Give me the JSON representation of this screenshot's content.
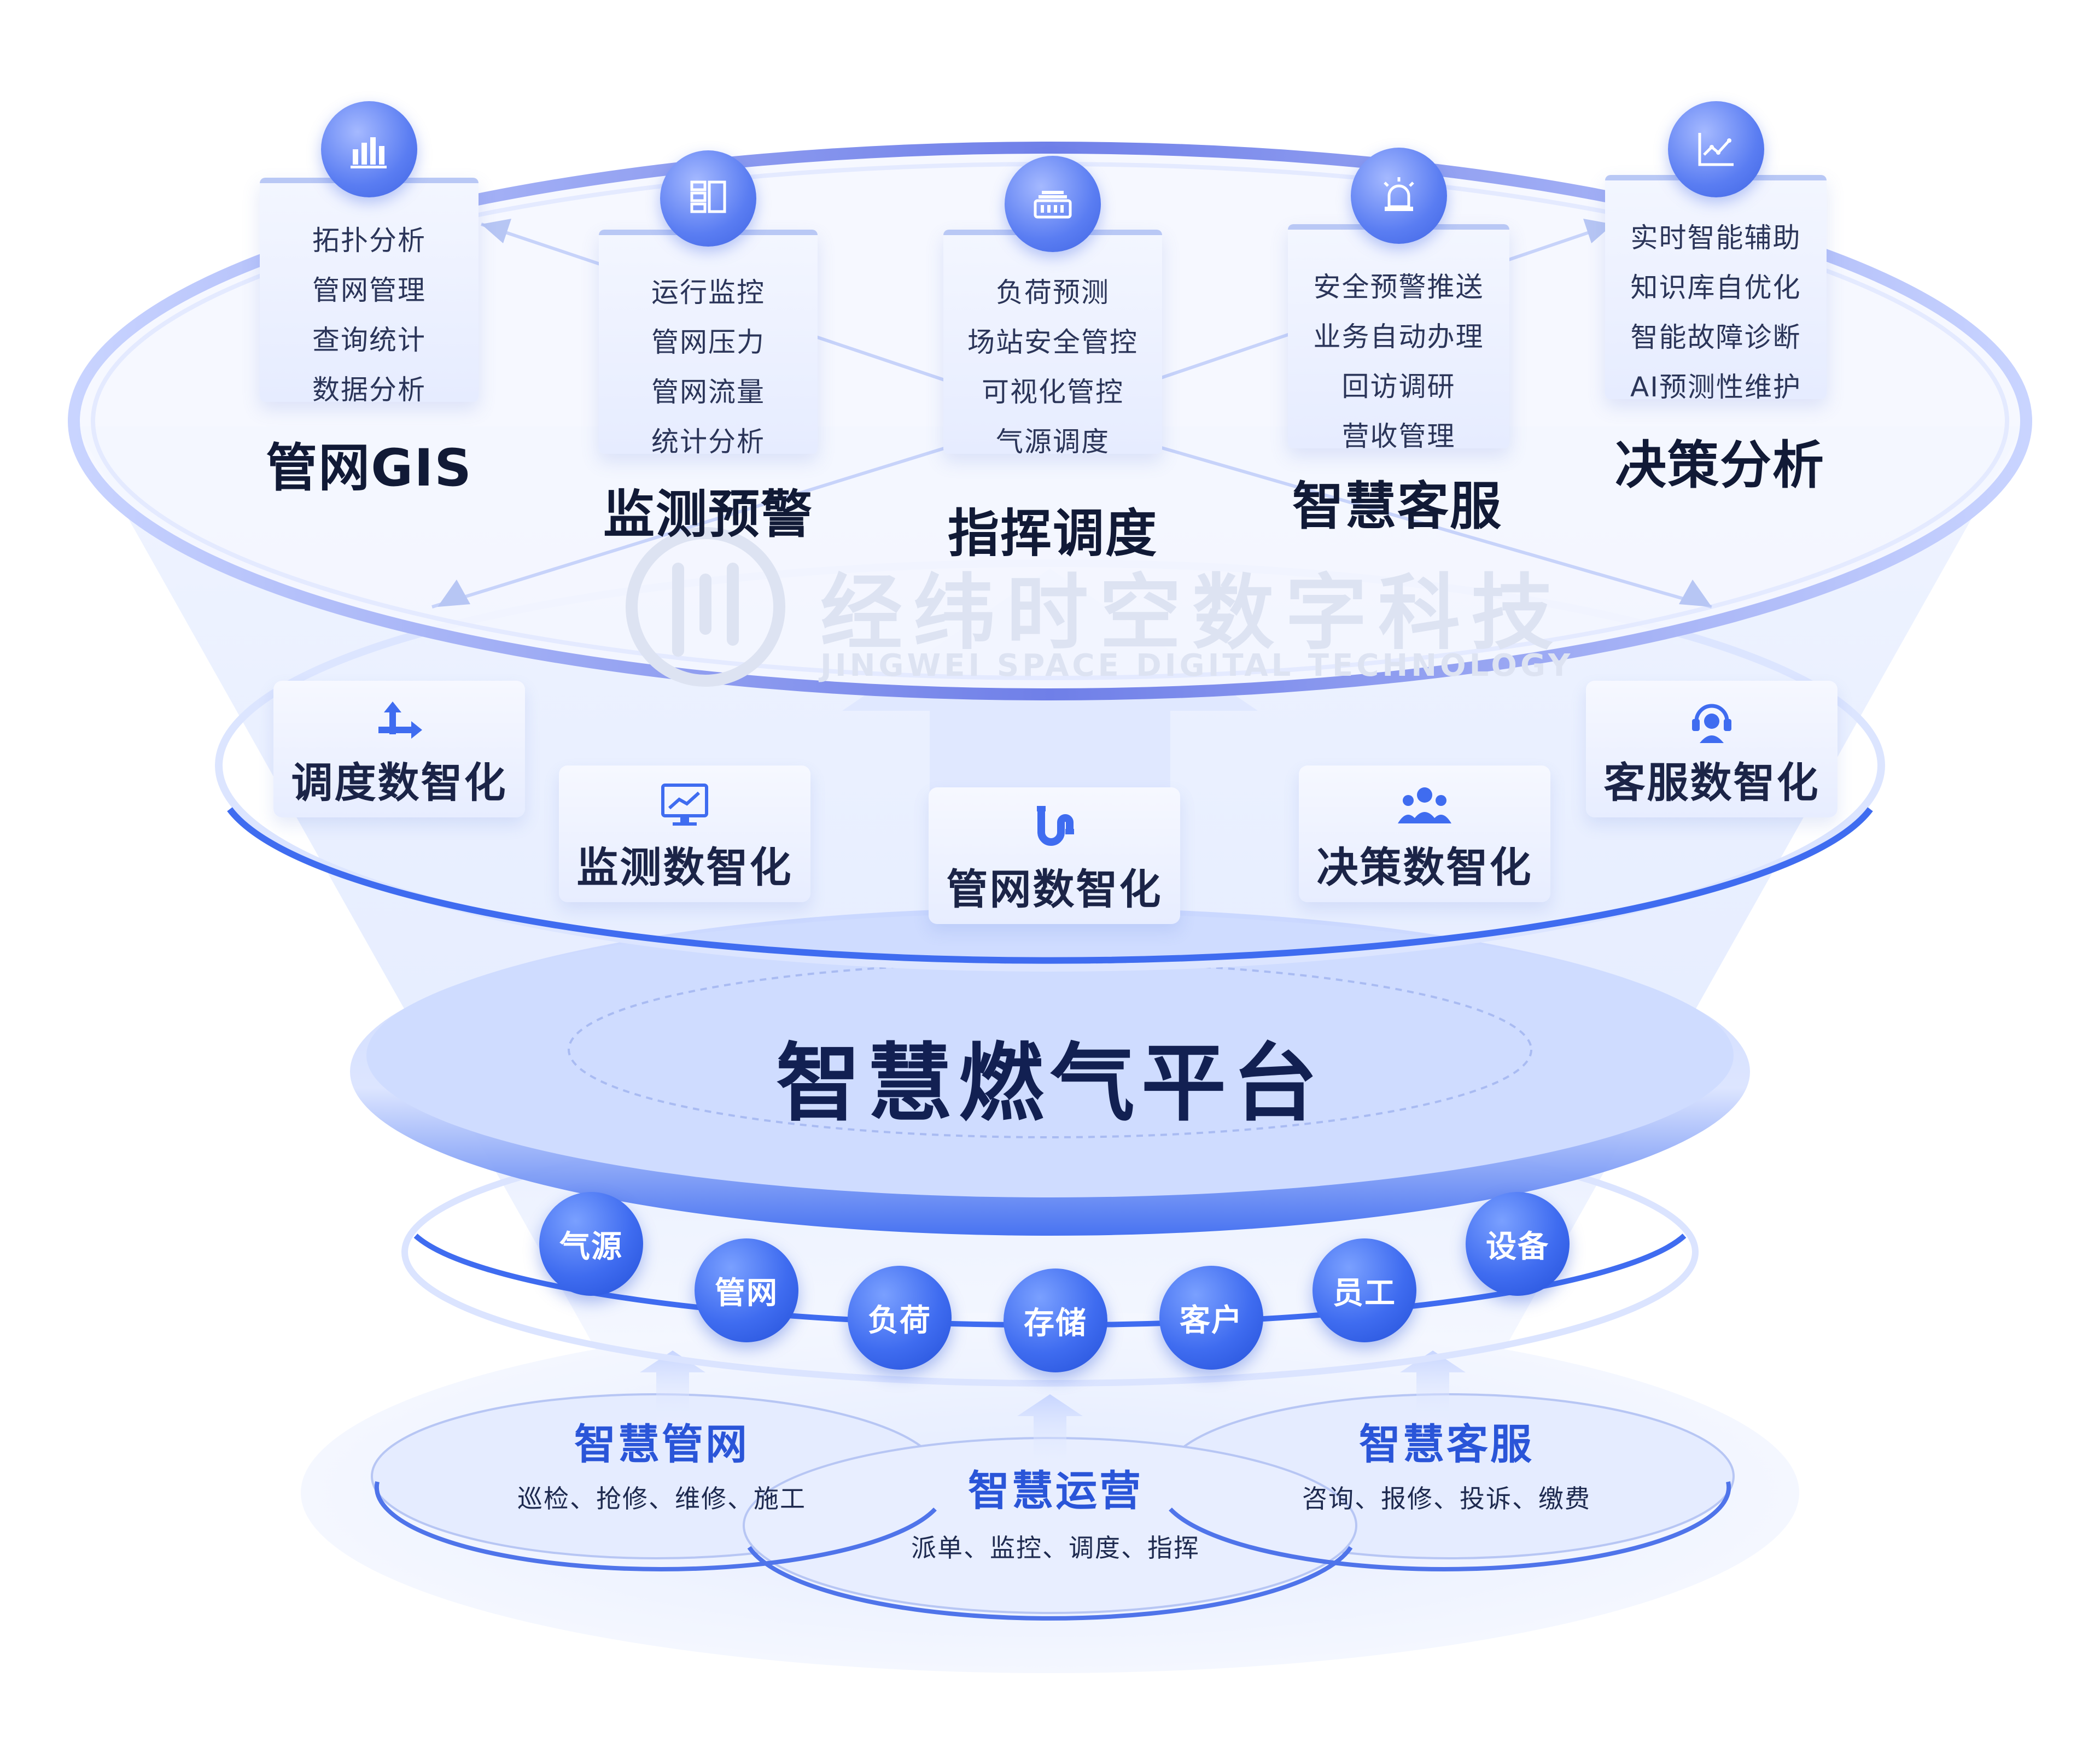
{
  "modules": [
    {
      "title": "管网GIS",
      "items": [
        "拓扑分析",
        "管网管理",
        "查询统计",
        "数据分析"
      ],
      "icon": "bar-chart-icon"
    },
    {
      "title": "监测预警",
      "items": [
        "运行监控",
        "管网压力",
        "管网流量",
        "统计分析"
      ],
      "icon": "grid-server-icon"
    },
    {
      "title": "指挥调度",
      "items": [
        "负荷预测",
        "场站安全管控",
        "可视化管控",
        "气源调度"
      ],
      "icon": "control-console-icon"
    },
    {
      "title": "智慧客服",
      "items": [
        "安全预警推送",
        "业务自动办理",
        "回访调研",
        "营收管理"
      ],
      "icon": "alarm-light-icon"
    },
    {
      "title": "决策分析",
      "items": [
        "实时智能辅助",
        "知识库自优化",
        "智能故障诊断",
        "AI预测性维护"
      ],
      "icon": "line-graph-icon"
    }
  ],
  "digital": [
    {
      "label": "调度数智化",
      "icon": "dispatch-arrows-icon"
    },
    {
      "label": "监测数智化",
      "icon": "monitor-chart-icon"
    },
    {
      "label": "管网数智化",
      "icon": "pipe-icon"
    },
    {
      "label": "决策数智化",
      "icon": "team-icon"
    },
    {
      "label": "客服数智化",
      "icon": "headset-icon"
    }
  ],
  "platform": {
    "title": "智慧燃气平台"
  },
  "resources": [
    "气源",
    "管网",
    "负荷",
    "存储",
    "客户",
    "员工",
    "设备"
  ],
  "foundation": [
    {
      "title": "智慧管网",
      "sub": "巡检、抢修、维修、施工"
    },
    {
      "title": "智慧运营",
      "sub": "派单、监控、调度、指挥"
    },
    {
      "title": "智慧客服",
      "sub": "咨询、报修、投诉、缴费"
    }
  ],
  "watermark": {
    "cn": "经纬时空数字科技",
    "en": "JINGWEI SPACE DIGITAL TECHNOLOGY"
  },
  "colors": {
    "primary": "#3f6cf0",
    "ring": "#8b9cf0",
    "dark_text": "#111a36",
    "accent_title": "#2a55d8"
  }
}
